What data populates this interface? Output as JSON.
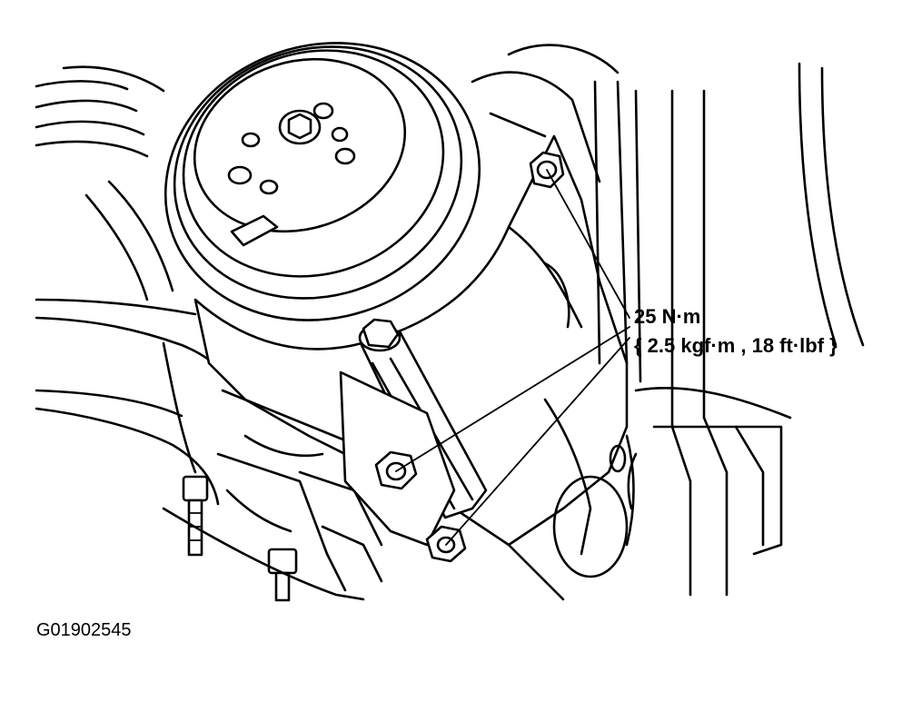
{
  "callout": {
    "line1": "25 N·m",
    "line2": "{ 2.5 kgf·m , 18 ft·lbf }"
  },
  "figure_id": "G01902545",
  "colors": {
    "ink": "#000000",
    "paper": "#ffffff"
  }
}
